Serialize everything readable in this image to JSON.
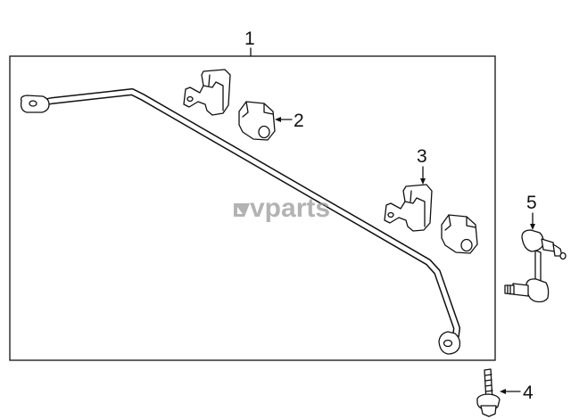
{
  "diagram": {
    "callouts": [
      {
        "id": "c1",
        "number": "1"
      },
      {
        "id": "c2",
        "number": "2"
      },
      {
        "id": "c3",
        "number": "3"
      },
      {
        "id": "c4",
        "number": "4"
      },
      {
        "id": "c5",
        "number": "5"
      }
    ],
    "watermark": "vparts",
    "colors": {
      "line": "#111111",
      "background": "#ffffff",
      "watermark": "#9a9a9a"
    }
  }
}
